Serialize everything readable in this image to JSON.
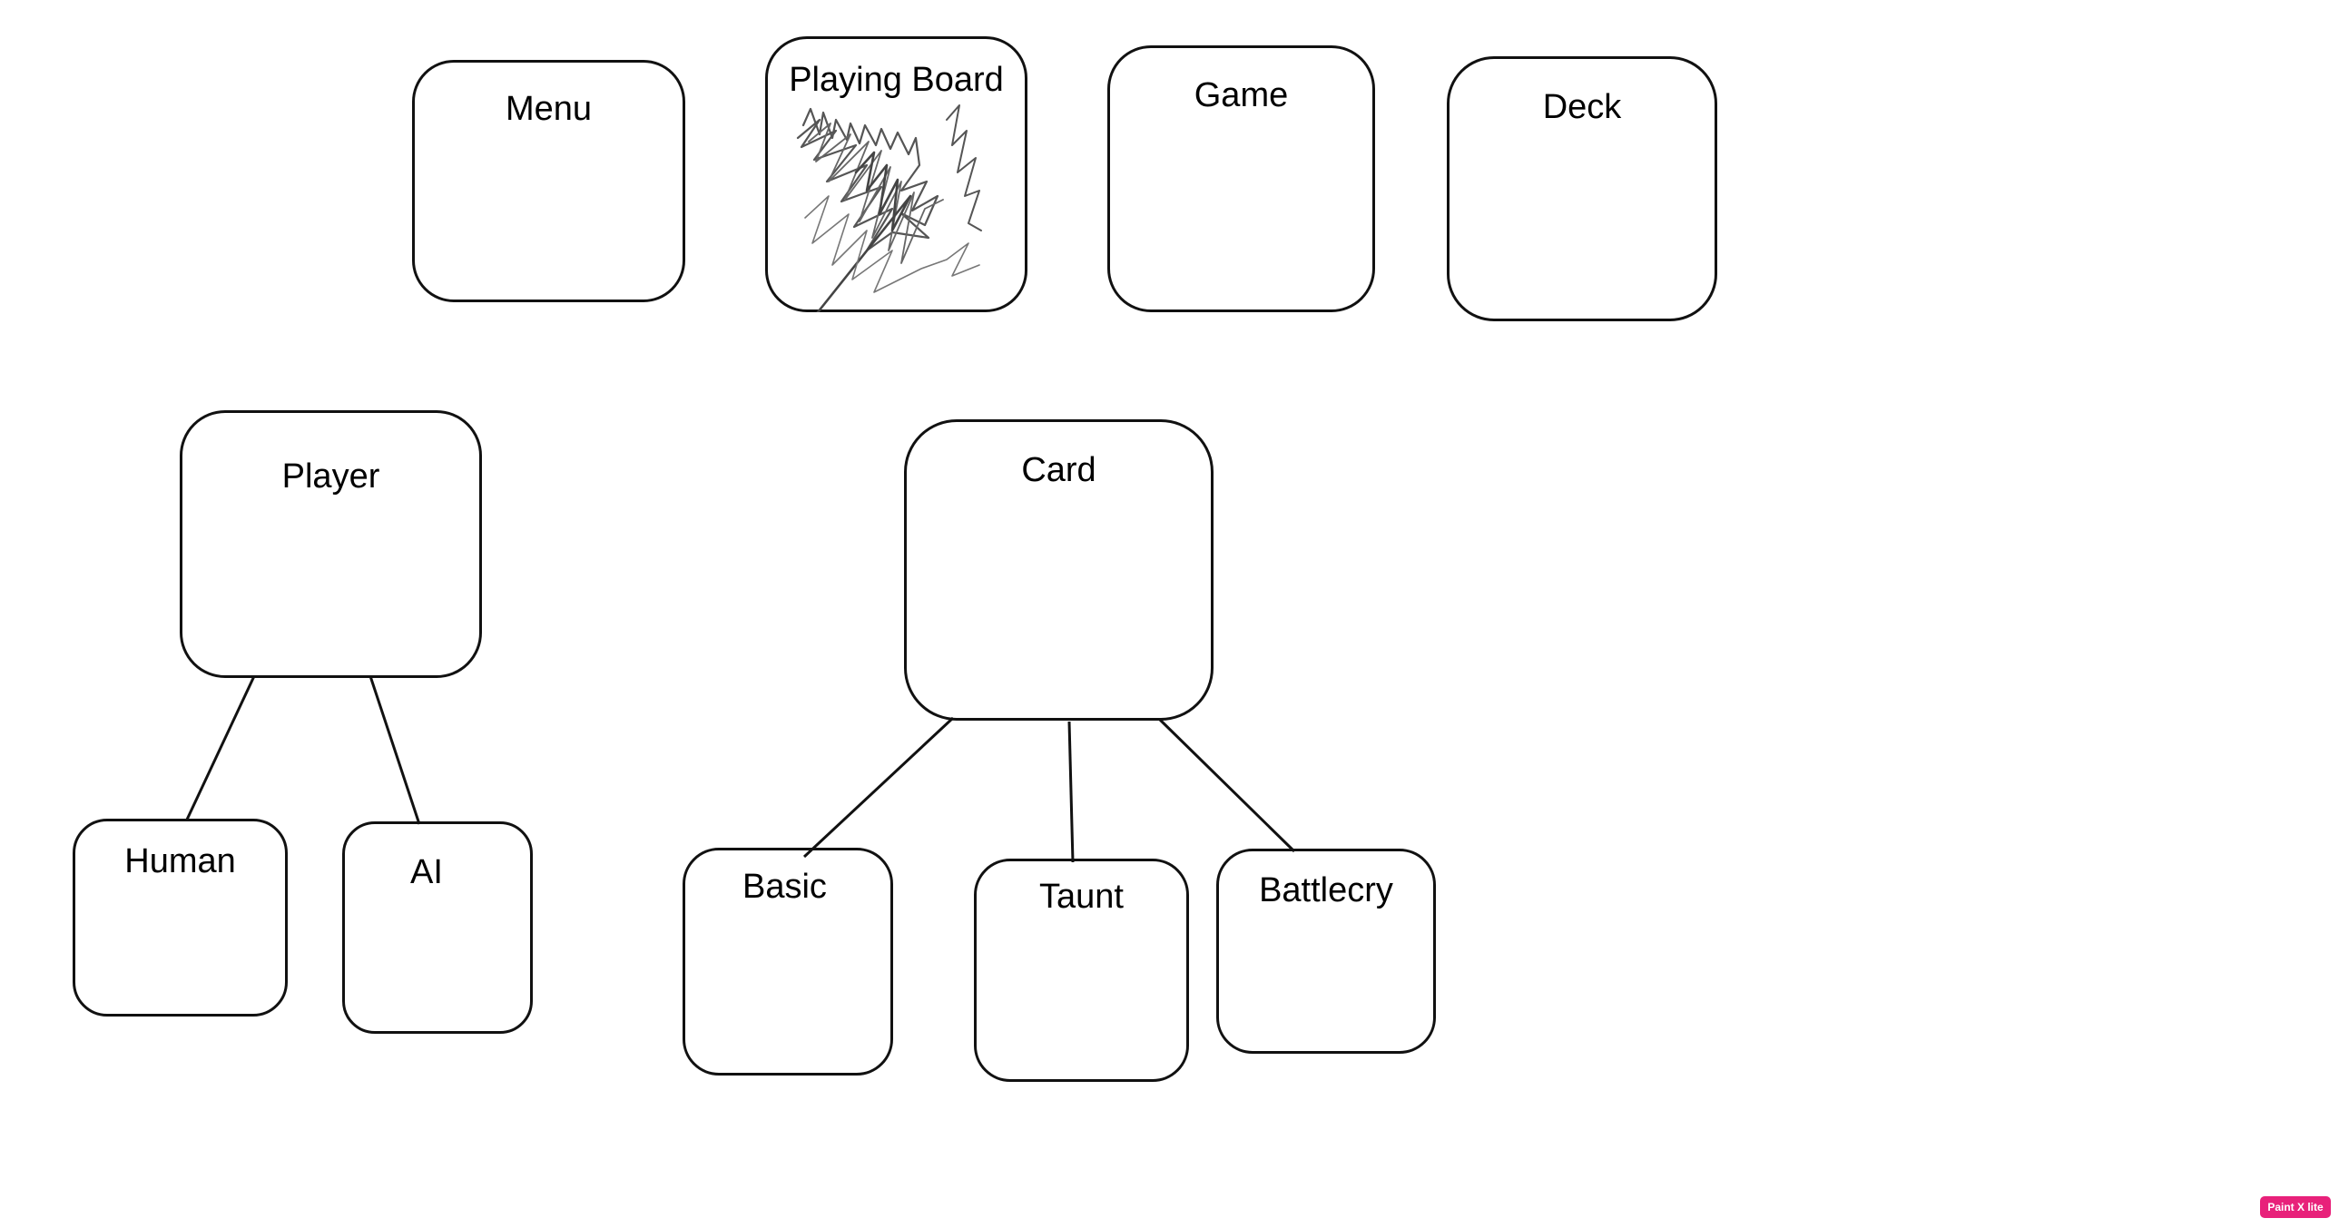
{
  "diagram": {
    "top_row": {
      "menu": {
        "label": "Menu"
      },
      "playing_board": {
        "label": "Playing Board"
      },
      "game": {
        "label": "Game"
      },
      "deck": {
        "label": "Deck"
      }
    },
    "player_tree": {
      "parent": {
        "label": "Player"
      },
      "children": [
        {
          "label": "Human"
        },
        {
          "label": "AI"
        }
      ]
    },
    "card_tree": {
      "parent": {
        "label": "Card"
      },
      "children": [
        {
          "label": "Basic"
        },
        {
          "label": "Taunt"
        },
        {
          "label": "Battlecry"
        }
      ]
    }
  },
  "watermark": {
    "label": "Paint X lite"
  },
  "colors": {
    "background": "#ffffff",
    "stroke": "#111111",
    "text": "#000000",
    "scribble": "#555555",
    "watermark_bg": "#e8217a"
  }
}
